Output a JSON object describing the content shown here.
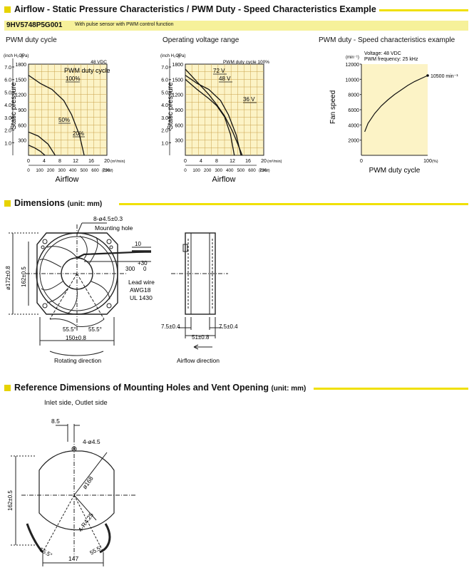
{
  "sections": {
    "airflow": {
      "title": "Airflow - Static Pressure Characteristics / PWM Duty - Speed Characteristics Example"
    },
    "dimensions": {
      "title": "Dimensions",
      "unit": "(unit: mm)"
    },
    "reference": {
      "title": "Reference Dimensions of Mounting Holes and Vent Opening",
      "unit": "(unit: mm)"
    }
  },
  "model": {
    "number": "9HV5748P5G001",
    "description": "With pulse sensor with PWM control function"
  },
  "chart_data": [
    {
      "type": "line",
      "title": "PWM duty cycle",
      "annotation": "48 VDC",
      "legend_title": "PWM duty cycle",
      "xlabel": "Airflow",
      "x_unit_m3": "(m³/min)",
      "x_unit_cfm": "(CFM)",
      "y_unit_inch": "(inch H₂O)",
      "y_unit_pa": "(Pa)",
      "ylabel": "Static pressure",
      "x_ticks_m3": [
        "0",
        "4",
        "8",
        "12",
        "16",
        "20"
      ],
      "x_ticks_cfm": [
        "0",
        "100",
        "200",
        "300",
        "400",
        "500",
        "600",
        "700"
      ],
      "y_ticks_pa": [
        "300",
        "600",
        "900",
        "1200",
        "1500",
        "1800"
      ],
      "y_ticks_inch": [
        "1.0",
        "2.0",
        "3.0",
        "4.0",
        "5.0",
        "6.0",
        "7.0"
      ],
      "xlim": [
        0,
        20
      ],
      "ylim": [
        0,
        1800
      ],
      "series": [
        {
          "name": "100%",
          "x": [
            0,
            3,
            6,
            9,
            11,
            13,
            14.2
          ],
          "y": [
            1580,
            1420,
            1300,
            1080,
            800,
            400,
            0
          ]
        },
        {
          "name": "50%",
          "x": [
            0,
            2.5,
            5,
            6.8
          ],
          "y": [
            460,
            380,
            220,
            0
          ]
        },
        {
          "name": "20%",
          "x": [
            0,
            1.5,
            3,
            4.2
          ],
          "y": [
            200,
            150,
            80,
            0
          ]
        }
      ]
    },
    {
      "type": "line",
      "title": "Operating voltage range",
      "annotation": "PWM duty cycle 100%",
      "xlabel": "Airflow",
      "x_unit_m3": "(m³/min)",
      "x_unit_cfm": "(CFM)",
      "y_unit_inch": "(inch H₂O)",
      "y_unit_pa": "(Pa)",
      "ylabel": "Static pressure",
      "x_ticks_m3": [
        "0",
        "4",
        "8",
        "12",
        "16",
        "20"
      ],
      "x_ticks_cfm": [
        "0",
        "100",
        "200",
        "300",
        "400",
        "500",
        "600",
        "700"
      ],
      "y_ticks_pa": [
        "300",
        "600",
        "900",
        "1200",
        "1500",
        "1800"
      ],
      "y_ticks_inch": [
        "1.0",
        "2.0",
        "3.0",
        "4.0",
        "5.0",
        "6.0",
        "7.0"
      ],
      "xlim": [
        0,
        20
      ],
      "ylim": [
        0,
        1800
      ],
      "series": [
        {
          "name": "72 V",
          "x": [
            0,
            3,
            6,
            8,
            10,
            12,
            13.5,
            14.5
          ],
          "y": [
            1700,
            1450,
            1200,
            1000,
            780,
            480,
            200,
            0
          ]
        },
        {
          "name": "48 V",
          "x": [
            0,
            3,
            6,
            9,
            11,
            13,
            14.2
          ],
          "y": [
            1580,
            1420,
            1300,
            1080,
            800,
            400,
            0
          ]
        },
        {
          "name": "36 V",
          "x": [
            0,
            3,
            6,
            8,
            10,
            11.5,
            12.5
          ],
          "y": [
            1500,
            1300,
            1120,
            980,
            760,
            420,
            0
          ]
        }
      ]
    },
    {
      "type": "line",
      "title": "PWM duty - Speed characteristics example",
      "annotation_voltage": "Voltage: 48 VDC",
      "annotation_freq": "PWM frequency: 25 kHz",
      "end_label": "10500 min⁻¹",
      "xlabel": "PWM duty cycle",
      "x_unit": "(%)",
      "ylabel": "Fan speed",
      "y_unit": "(min⁻¹)",
      "x_ticks": [
        "0",
        "100"
      ],
      "y_ticks": [
        "2000",
        "4000",
        "6000",
        "8000",
        "10000",
        "12000"
      ],
      "xlim": [
        0,
        100
      ],
      "ylim": [
        0,
        12000
      ],
      "series": [
        {
          "name": "",
          "x": [
            5,
            10,
            20,
            30,
            40,
            50,
            60,
            70,
            80,
            90,
            100
          ],
          "y": [
            3100,
            4200,
            5500,
            6500,
            7300,
            8000,
            8600,
            9200,
            9700,
            10100,
            10500
          ]
        }
      ]
    }
  ],
  "dim_front": {
    "holes": "8-ø4.5±0.3",
    "mounting_hole": "Mounting hole",
    "dia": "ø172±0.8",
    "h162": "162±0.5",
    "lead_10": "10",
    "lead_300": "300",
    "tol_plus": "+30",
    "tol_zero": "0",
    "lead_wire": "Lead wire",
    "awg": "AWG18",
    "ul": "UL 1430",
    "ang_left": "55.5°",
    "ang_right": "55.5°",
    "w150": "150±0.8",
    "rotating": "Rotating direction"
  },
  "dim_side": {
    "left": "7.5±0.4",
    "right": "7.5±0.4",
    "depth": "51±0.8",
    "airflow": "Airflow direction"
  },
  "ref": {
    "sub": "Inlet side, Outlet side",
    "d85": "8.5",
    "holes": "4-ø4.5",
    "dia": "ø168",
    "radius": "4-R4.25",
    "h162": "162±0.5",
    "ang_left": "55.5°",
    "ang_right": "55.5°",
    "w147": "147"
  },
  "colors": {
    "accent": "#f0e000",
    "grid_bg": "#fcf3c6",
    "model_bar": "#f6f19a"
  }
}
